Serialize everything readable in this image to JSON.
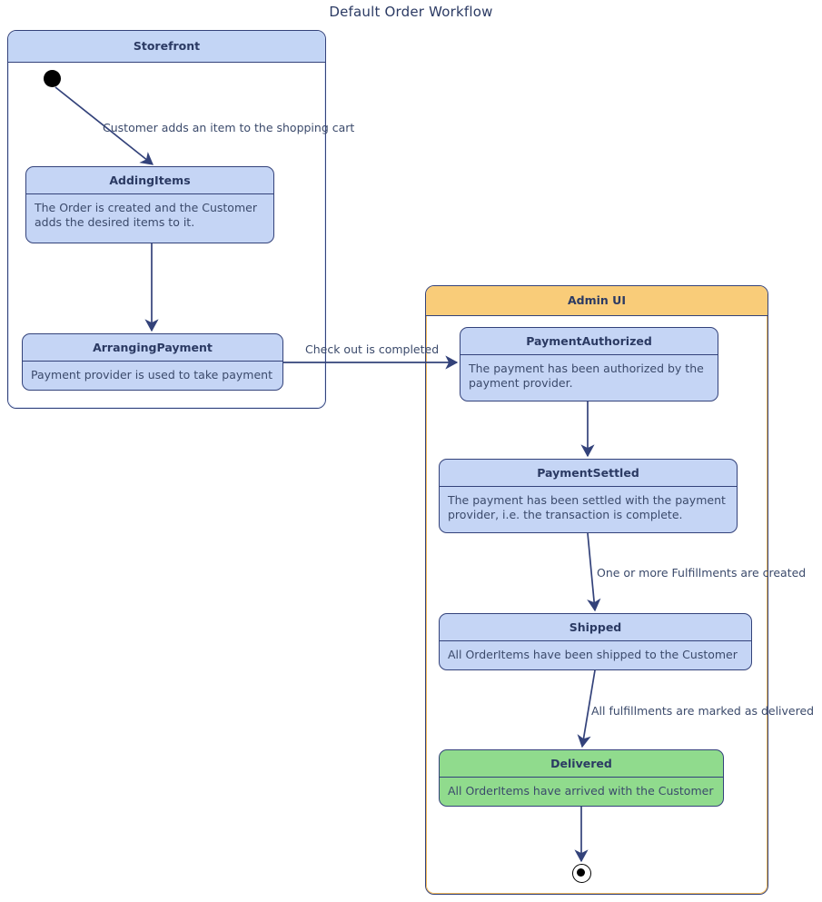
{
  "diagram": {
    "title": "Default Order Workflow",
    "type": "uml-state-machine",
    "colors": {
      "edge": "#33427a",
      "state_fill": "#c5d5f5",
      "state_final_fill": "#90db8d",
      "storefront_header": "#c3d5f5",
      "adminui_header": "#f9cc79",
      "text": "#2b3a63"
    }
  },
  "containers": {
    "storefront": {
      "label": "Storefront"
    },
    "adminui": {
      "label": "Admin UI"
    }
  },
  "states": {
    "adding_items": {
      "name": "AddingItems",
      "description": "The Order is created and the Customer adds the desired items to it."
    },
    "arranging_payment": {
      "name": "ArrangingPayment",
      "description": "Payment provider is used to take payment"
    },
    "payment_authorized": {
      "name": "PaymentAuthorized",
      "description": "The payment has been authorized by the payment provider."
    },
    "payment_settled": {
      "name": "PaymentSettled",
      "description": "The payment has been settled with the payment provider, i.e. the transaction is complete."
    },
    "shipped": {
      "name": "Shipped",
      "description": "All OrderItems have been shipped to the Customer"
    },
    "delivered": {
      "name": "Delivered",
      "description": "All OrderItems have arrived with the Customer"
    }
  },
  "pseudostates": {
    "initial": "initial-state",
    "final": "final-state"
  },
  "transitions": [
    {
      "id": "t1",
      "from": "initial",
      "to": "adding_items",
      "label": "Customer adds an item to the shopping cart"
    },
    {
      "id": "t2",
      "from": "adding_items",
      "to": "arranging_payment",
      "label": ""
    },
    {
      "id": "t3",
      "from": "arranging_payment",
      "to": "payment_authorized",
      "label": "Check out is completed"
    },
    {
      "id": "t4",
      "from": "payment_authorized",
      "to": "payment_settled",
      "label": ""
    },
    {
      "id": "t5",
      "from": "payment_settled",
      "to": "shipped",
      "label": "One or more Fulfillments are created"
    },
    {
      "id": "t6",
      "from": "shipped",
      "to": "delivered",
      "label": "All fulfillments are marked as delivered"
    },
    {
      "id": "t7",
      "from": "delivered",
      "to": "final",
      "label": ""
    }
  ]
}
